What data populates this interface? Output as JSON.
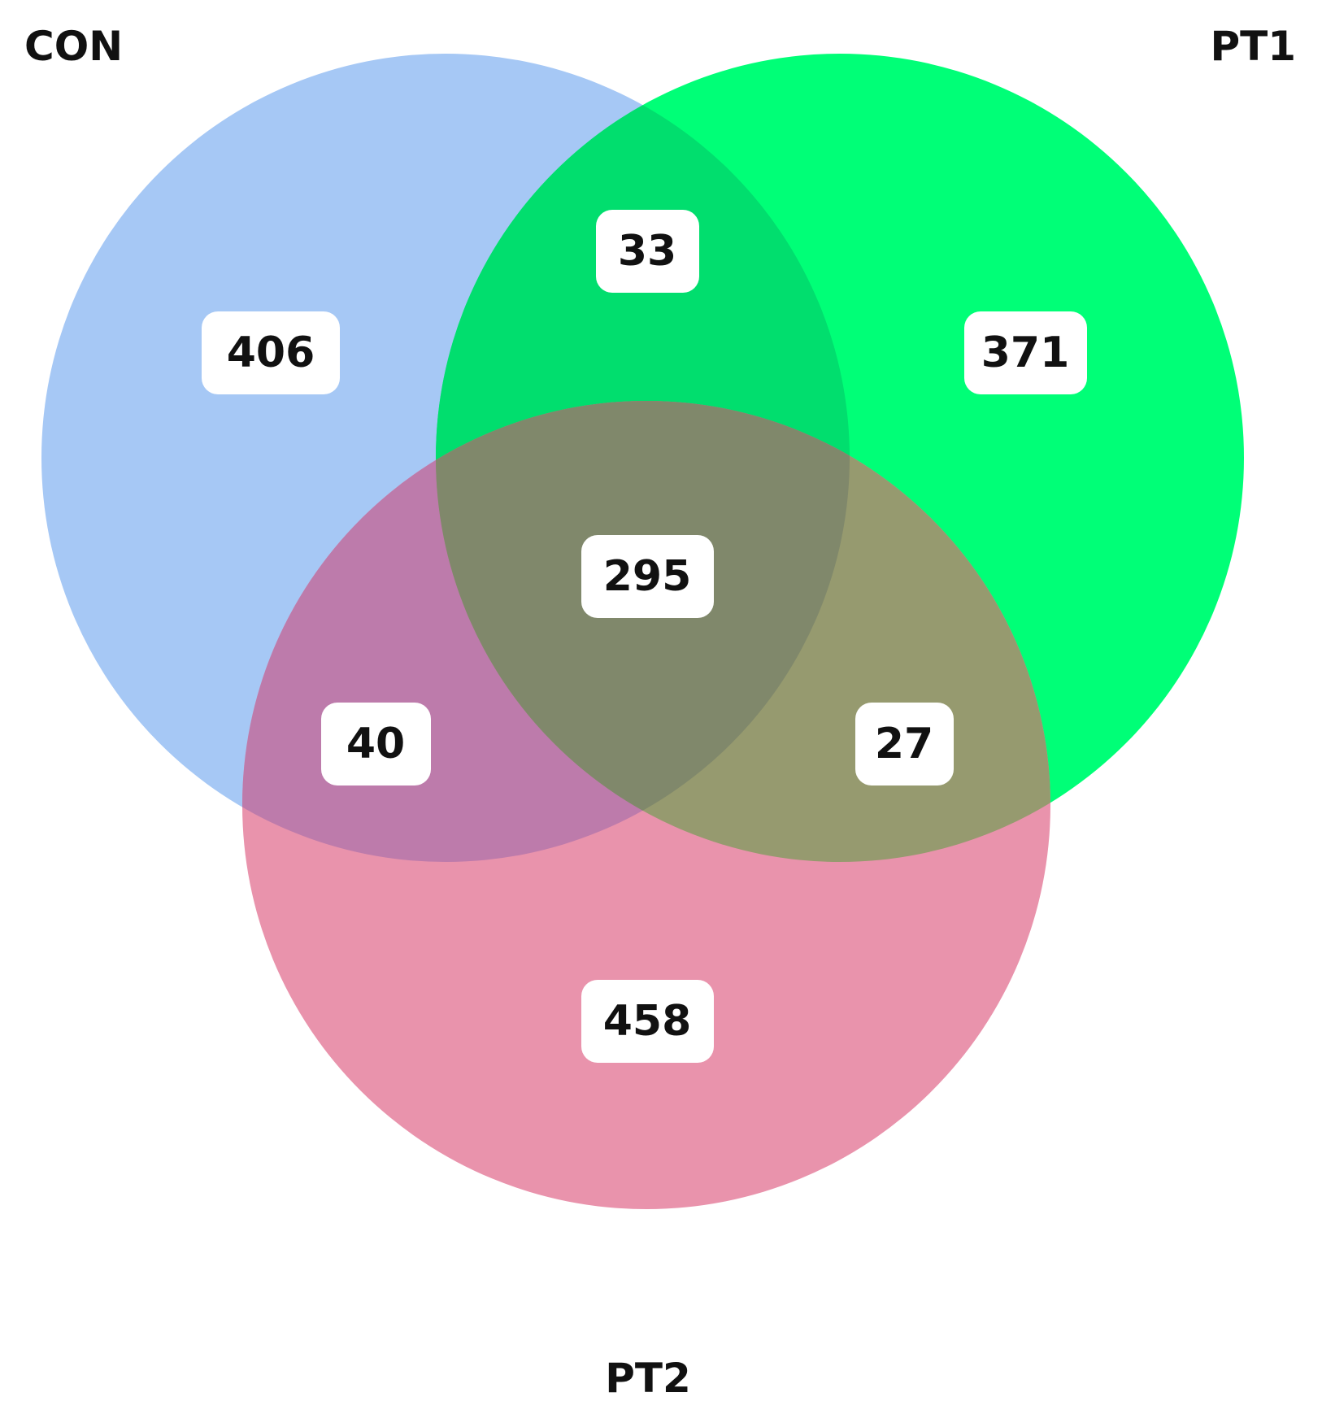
{
  "sets": {
    "con": {
      "label": "CON",
      "color": "#a6c8f5"
    },
    "pt1": {
      "label": "PT1",
      "color": "#00ff77"
    },
    "pt2": {
      "label": "PT2",
      "color": "#e993ac"
    }
  },
  "regions": {
    "con_only": "406",
    "pt1_only": "371",
    "pt2_only": "458",
    "con_pt1": "33",
    "con_pt2": "40",
    "pt1_pt2": "27",
    "all_three": "295"
  },
  "overlap_colors": {
    "con_pt1": "#01de6e",
    "con_pt2": "#bd7bab",
    "pt1_pt2": "#969a6f",
    "all_three": "#80886b"
  }
}
